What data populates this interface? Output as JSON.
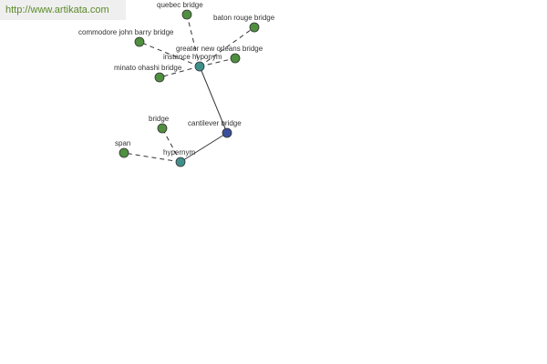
{
  "site": {
    "url_text": "http://www.artikata.com"
  },
  "colors": {
    "leaf": "#4f8f3f",
    "relation": "#3f8f8a",
    "center": "#3a4f9a"
  },
  "nodes": {
    "center": "cantilever bridge",
    "hypernym": "hypernym",
    "instance_hyponym": "instance hyponym",
    "bridge": "bridge",
    "span": "span",
    "quebec_bridge": "quebec bridge",
    "baton_rouge_bridge": "baton rouge bridge",
    "commodore_john_barry_bridge": "commodore john barry bridge",
    "greater_new_orleans_bridge": "greater new orleans bridge",
    "minato_ohashi_bridge": "minato ohashi bridge"
  }
}
